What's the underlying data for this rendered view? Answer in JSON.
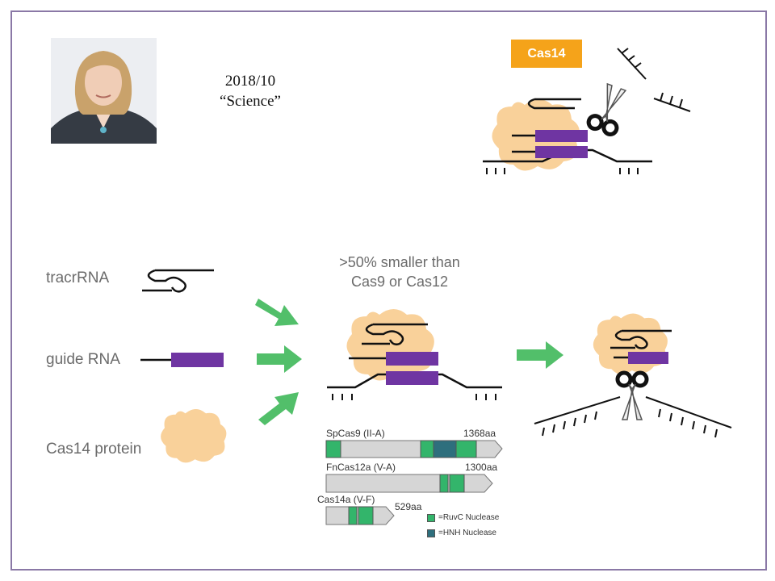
{
  "citation": {
    "date": "2018/10",
    "journal": "“Science”"
  },
  "badge": "Cas14",
  "components": {
    "tracr": "tracrRNA",
    "guide": "guide RNA",
    "protein": "Cas14 protein"
  },
  "headline": {
    "line1": ">50% smaller than",
    "line2": "Cas9 or Cas12"
  },
  "genes": [
    {
      "name": "SpCas9 (II-A)",
      "length": "1368aa"
    },
    {
      "name": "FnCas12a (V-A)",
      "length": "1300aa"
    },
    {
      "name": "Cas14a (V-F)",
      "length": "529aa"
    }
  ],
  "legend": {
    "ruvc": "=RuvC Nuclease",
    "hnh": "=HNH Nuclease"
  },
  "colors": {
    "protein": "#f9d19a",
    "guide": "#6f35a2",
    "arrow": "#3fb85a",
    "ruvc": "#33b56b",
    "hnh": "#2e6f7d",
    "gene": "#d6d6d6",
    "badge": "#f5a31a"
  }
}
